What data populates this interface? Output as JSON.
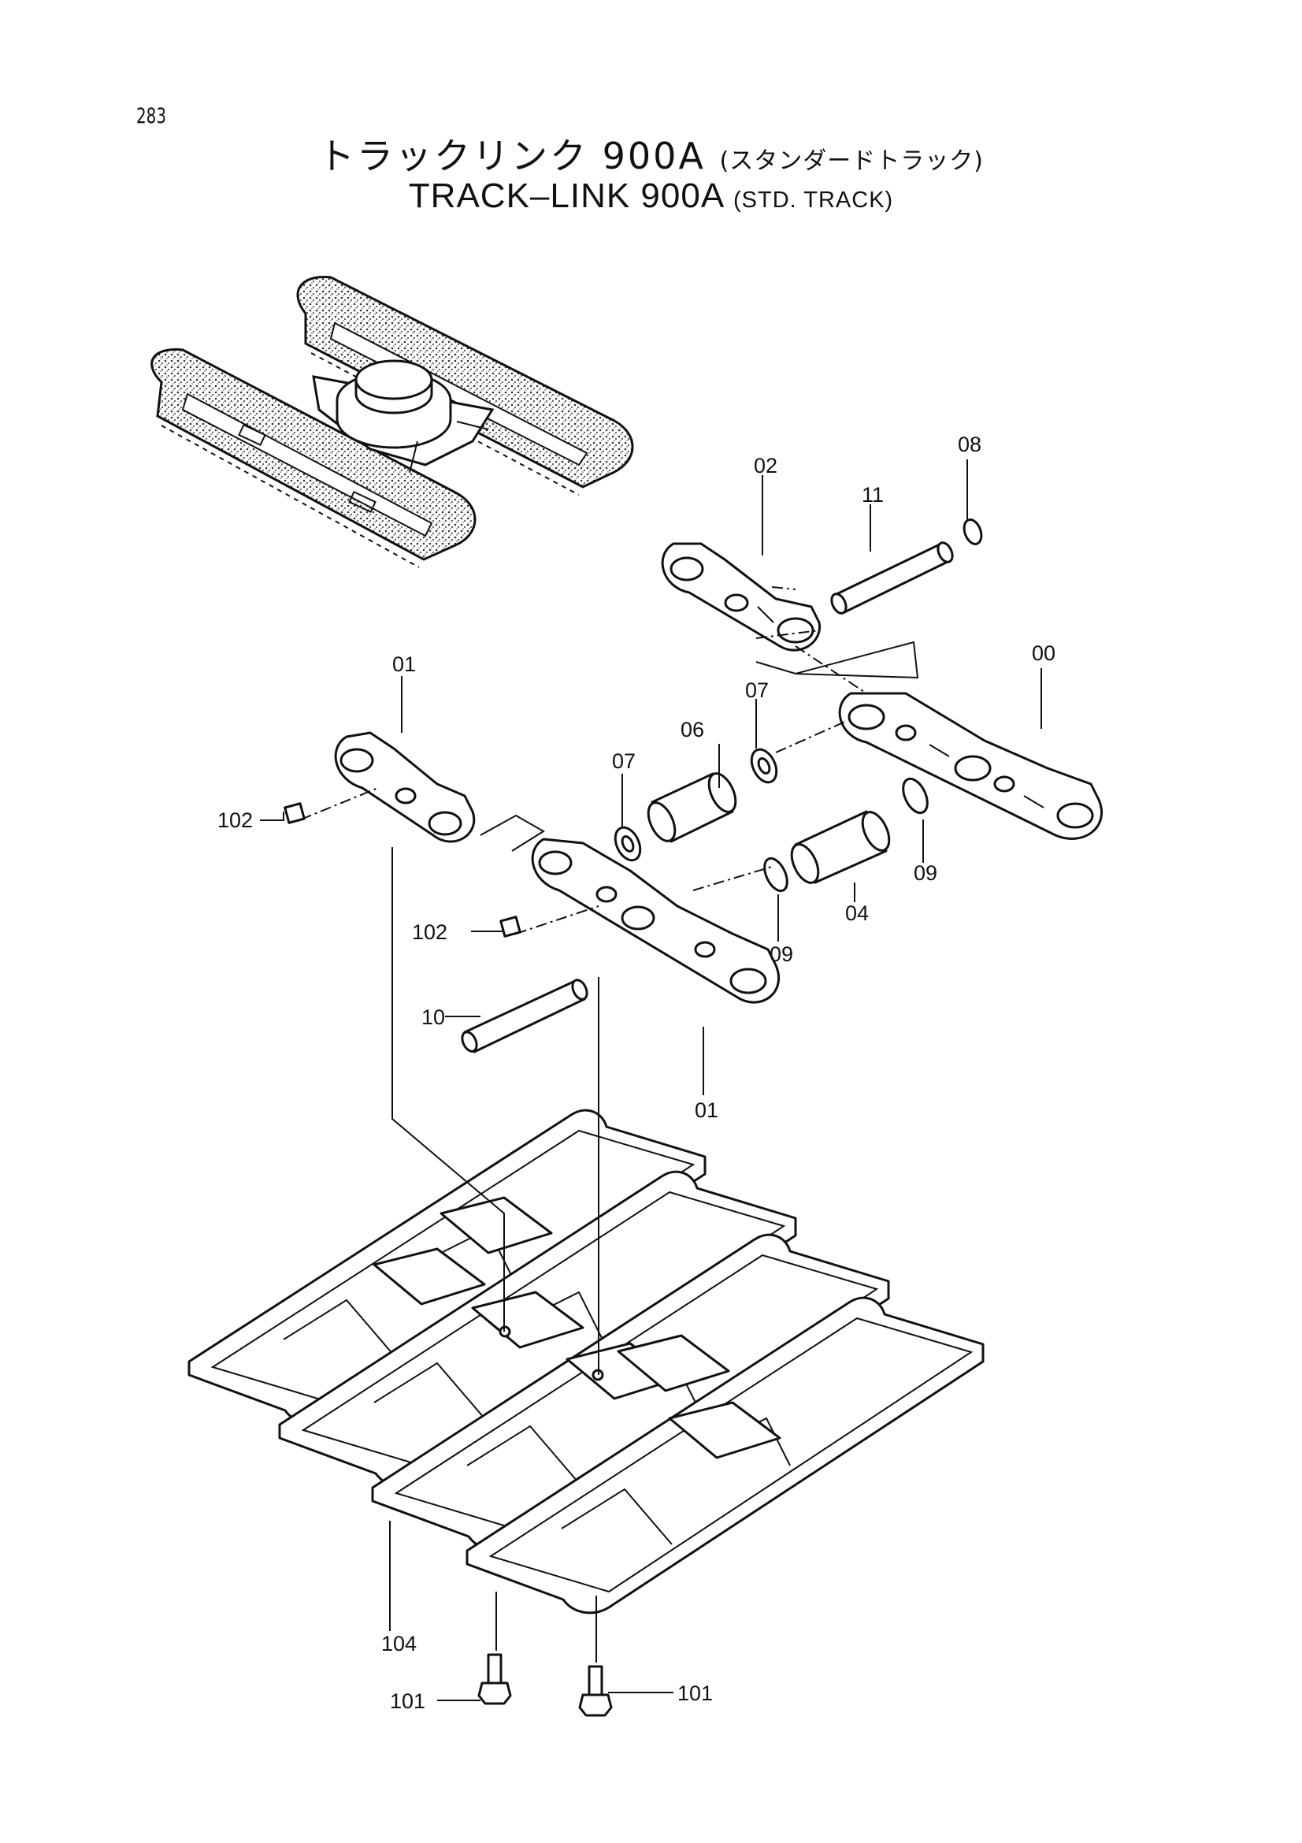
{
  "page_number": "283",
  "title": {
    "japanese_main": "トラックリンク 900A",
    "japanese_sub": "(スタンダードトラック)",
    "english_main": "TRACK–LINK 900A",
    "english_sub": "(STD. TRACK)"
  },
  "part_labels": {
    "p00": "00",
    "p01_top": "01",
    "p01_bottom": "01",
    "p02": "02",
    "p04": "04",
    "p06": "06",
    "p07_left": "07",
    "p07_right": "07",
    "p08": "08",
    "p09_left": "09",
    "p09_right": "09",
    "p10": "10",
    "p11": "11",
    "p101_left": "101",
    "p101_right": "101",
    "p102_top": "102",
    "p102_bottom": "102",
    "p104": "104"
  }
}
